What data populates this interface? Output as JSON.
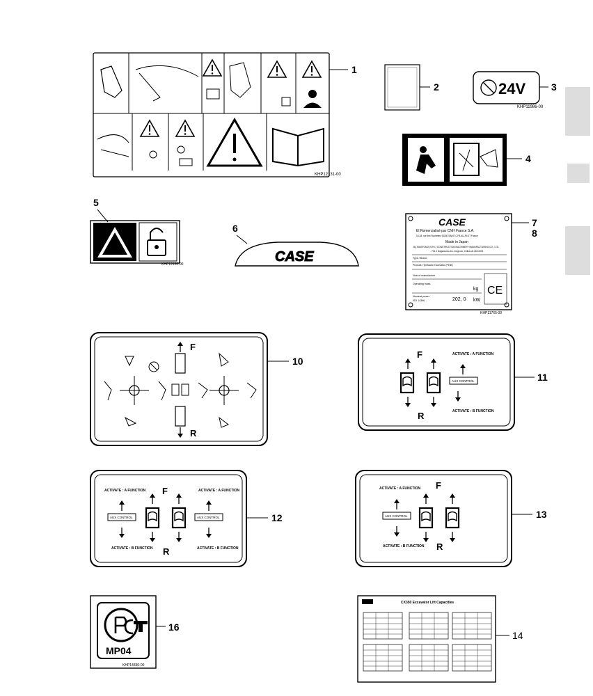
{
  "callouts": {
    "c1": "1",
    "c2": "2",
    "c3": "3",
    "c4": "4",
    "c5": "5",
    "c6": "6",
    "c7": "7",
    "c8": "8",
    "c10": "10",
    "c11": "11",
    "c12": "12",
    "c13": "13",
    "c14": "14",
    "c16": "16"
  },
  "decal1": {
    "part_no": "KHP12131-00"
  },
  "decal3": {
    "voltage": "24V",
    "part_no": "KHP11986-00"
  },
  "decal5": {
    "part_no": "KHP12436-00"
  },
  "decal6": {
    "brand": "CASE"
  },
  "plate7": {
    "brand": "CASE",
    "line1": "El Romercialisé par CNH France S.A.",
    "line2": "16-18, rue des Rochettes 91150 SAINT-CYR-AU-PLOT France",
    "made_in": "Made in Japan",
    "maker": "By SUMITOMO (S.H.I.) CONSTRUCTION MACHINERY MANUFACTURING CO., LTD.",
    "maker_addr": "731-1 Naganuma-cho, Inage-ku, Chiba-shi 263-0001",
    "type_label": "Type / Brand",
    "product_label": "Product: Hydraulic Excavator (Pelle)",
    "year_label": "Year of manufacture",
    "mass_label": "Operating mass",
    "mass_unit": "kg",
    "power_label": "Nominal power",
    "power_sub": "ISO 14396",
    "power_value": "202, 0",
    "power_unit": "kW",
    "ce_mark": "CE",
    "part_no": "KHP11765-00"
  },
  "decal10": {
    "forward": "F",
    "reverse": "R"
  },
  "decal11": {
    "forward": "F",
    "reverse": "R",
    "activate_a": "ACTIVATE : A FUNCTION",
    "activate_b": "ACTIVATE : B FUNCTION",
    "aux_label": "AUX CONTROL"
  },
  "decal12": {
    "forward": "F",
    "reverse": "R",
    "activate_a": "ACTIVATE : A FUNCTION",
    "activate_b": "ACTIVATE : B FUNCTION",
    "aux_label": "AUX CONTROL"
  },
  "decal13": {
    "forward": "F",
    "reverse": "R",
    "activate_a": "ACTIVATE : A FUNCTION",
    "activate_b": "ACTIVATE : B FUNCTION",
    "aux_label": "AUX CONTROL"
  },
  "decal14": {
    "brand": "CASE",
    "title": "CX350 Excavator Lift Capacities"
  },
  "decal16": {
    "code": "MP04",
    "part_no": "KHP14830-00"
  }
}
